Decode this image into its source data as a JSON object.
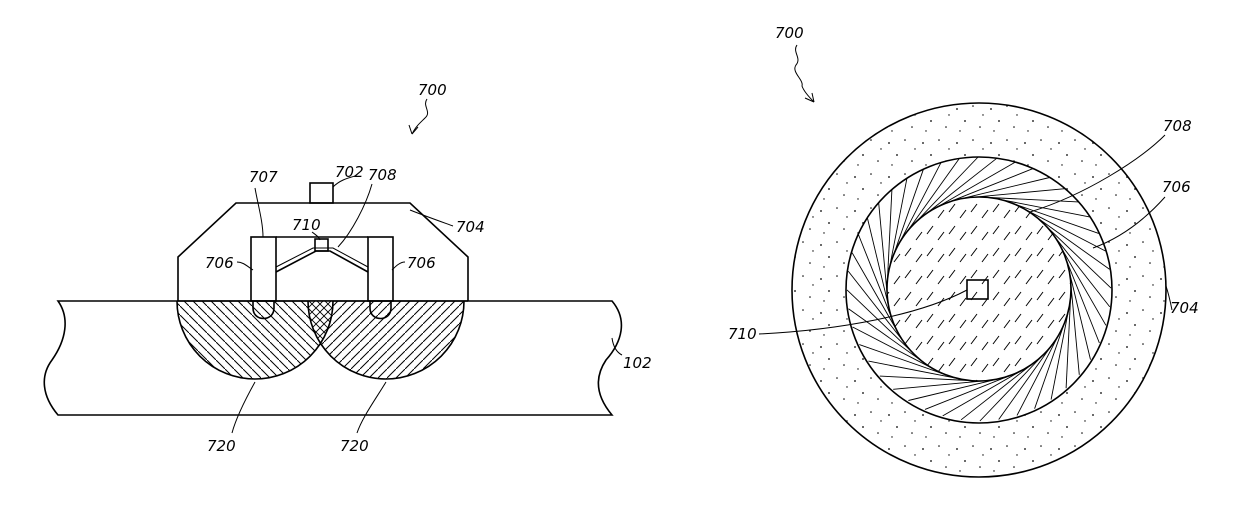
{
  "side_view": {
    "labels": {
      "assembly": "700",
      "top_element": "702",
      "housing": "704",
      "left_side": "706",
      "right_side": "706",
      "inner_piece": "707",
      "reflector": "708",
      "center_element": "710",
      "substrate": "102",
      "left_zone": "720",
      "right_zone": "720"
    }
  },
  "top_view": {
    "labels": {
      "assembly": "700",
      "reflector": "708",
      "side": "706",
      "housing": "704",
      "center_element": "710"
    }
  }
}
